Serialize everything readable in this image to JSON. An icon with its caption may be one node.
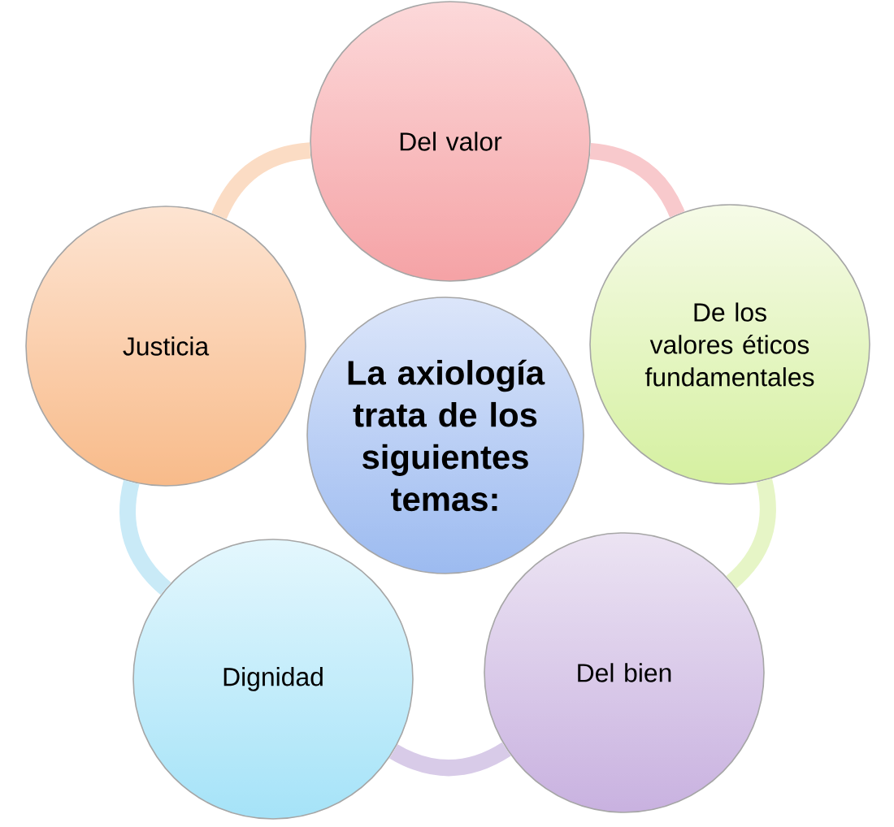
{
  "diagram": {
    "nodes": [
      {
        "text": [
          "La axiología trata de los siguientes temas:"
        ]
      },
      {
        "text": [
          "Del valor"
        ]
      },
      {
        "text": [
          "De los valores éticos fundamentales"
        ]
      },
      {
        "text": [
          "Del bien"
        ]
      },
      {
        "text": [
          "Dignidad"
        ]
      },
      {
        "text": [
          "Justicia"
        ]
      }
    ],
    "edges": [
      {
        "from": 1,
        "to": 2,
        "arrow": "none",
        "color": "#f8c9cc"
      },
      {
        "from": 2,
        "to": 3,
        "arrow": "none",
        "color": "#e6f5c6"
      },
      {
        "from": 3,
        "to": 4,
        "arrow": "none",
        "color": "#d8cbe8"
      },
      {
        "from": 4,
        "to": 5,
        "arrow": "none",
        "color": "#c9eaf7"
      },
      {
        "from": 5,
        "to": 1,
        "arrow": "none",
        "color": "#fbdcc4"
      }
    ]
  }
}
